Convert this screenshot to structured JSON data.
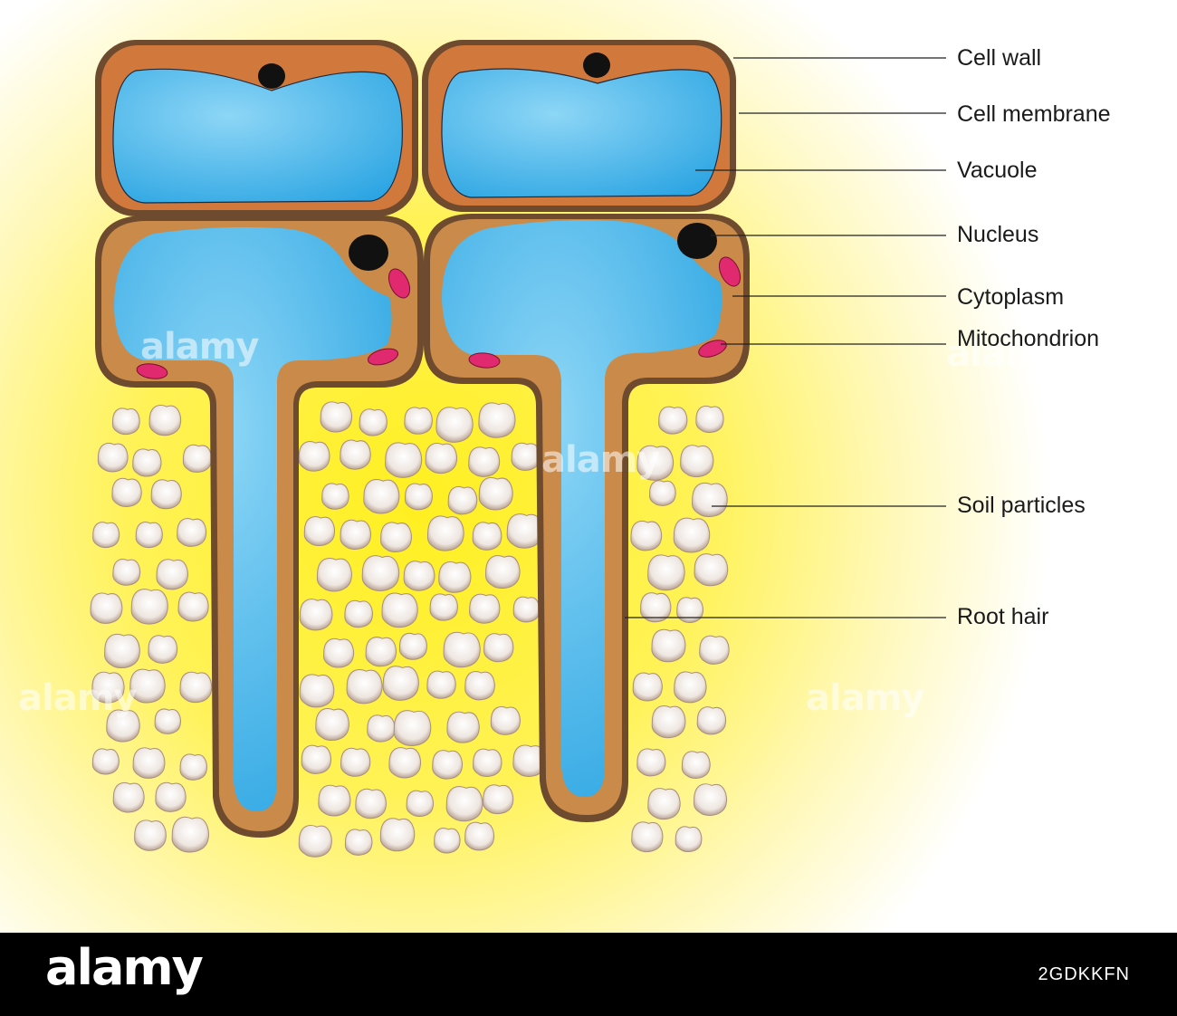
{
  "labels": {
    "cell_wall": "Cell wall",
    "cell_membrane": "Cell membrane",
    "vacuole": "Vacuole",
    "nucleus": "Nucleus",
    "cytoplasm": "Cytoplasm",
    "mitochondrion": "Mitochondrion",
    "soil_particles": "Soil particles",
    "root_hair": "Root hair"
  },
  "watermark": {
    "text": "alamy"
  },
  "footer": {
    "logo": "alamy",
    "image_id": "2GDKKFN"
  },
  "colors": {
    "background_glow": "#ffef20",
    "cell_wall": "#6e4a2e",
    "cytoplasm": "#d1783d",
    "vacuole": "#2aa4e2",
    "nucleus": "#111111",
    "mitochondrion": "#e0296e",
    "soil_particle": "#e7ddd6"
  }
}
